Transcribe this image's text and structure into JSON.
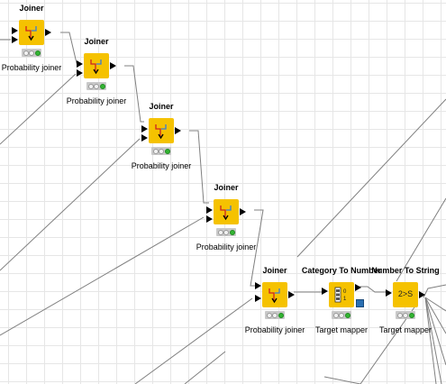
{
  "nodes": [
    {
      "name": "Joiner",
      "label": "Probability joiner",
      "icon": "joiner-icon"
    },
    {
      "name": "Joiner",
      "label": "Probability joiner",
      "icon": "joiner-icon"
    },
    {
      "name": "Joiner",
      "label": "Probability joiner",
      "icon": "joiner-icon"
    },
    {
      "name": "Joiner",
      "label": "Probability joiner",
      "icon": "joiner-icon"
    },
    {
      "name": "Joiner",
      "label": "Probability joiner",
      "icon": "joiner-icon"
    },
    {
      "name": "Category To Number",
      "label": "Target mapper",
      "icon": "category-to-number-icon"
    },
    {
      "name": "Number To String",
      "label": "Target mapper",
      "icon": "number-to-string-icon",
      "icon_text": "2>S"
    }
  ],
  "colors": {
    "node_fill": "#f5c200",
    "status_green": "#33b533",
    "wire": "#808080",
    "model_port": "#2a6fb2"
  }
}
